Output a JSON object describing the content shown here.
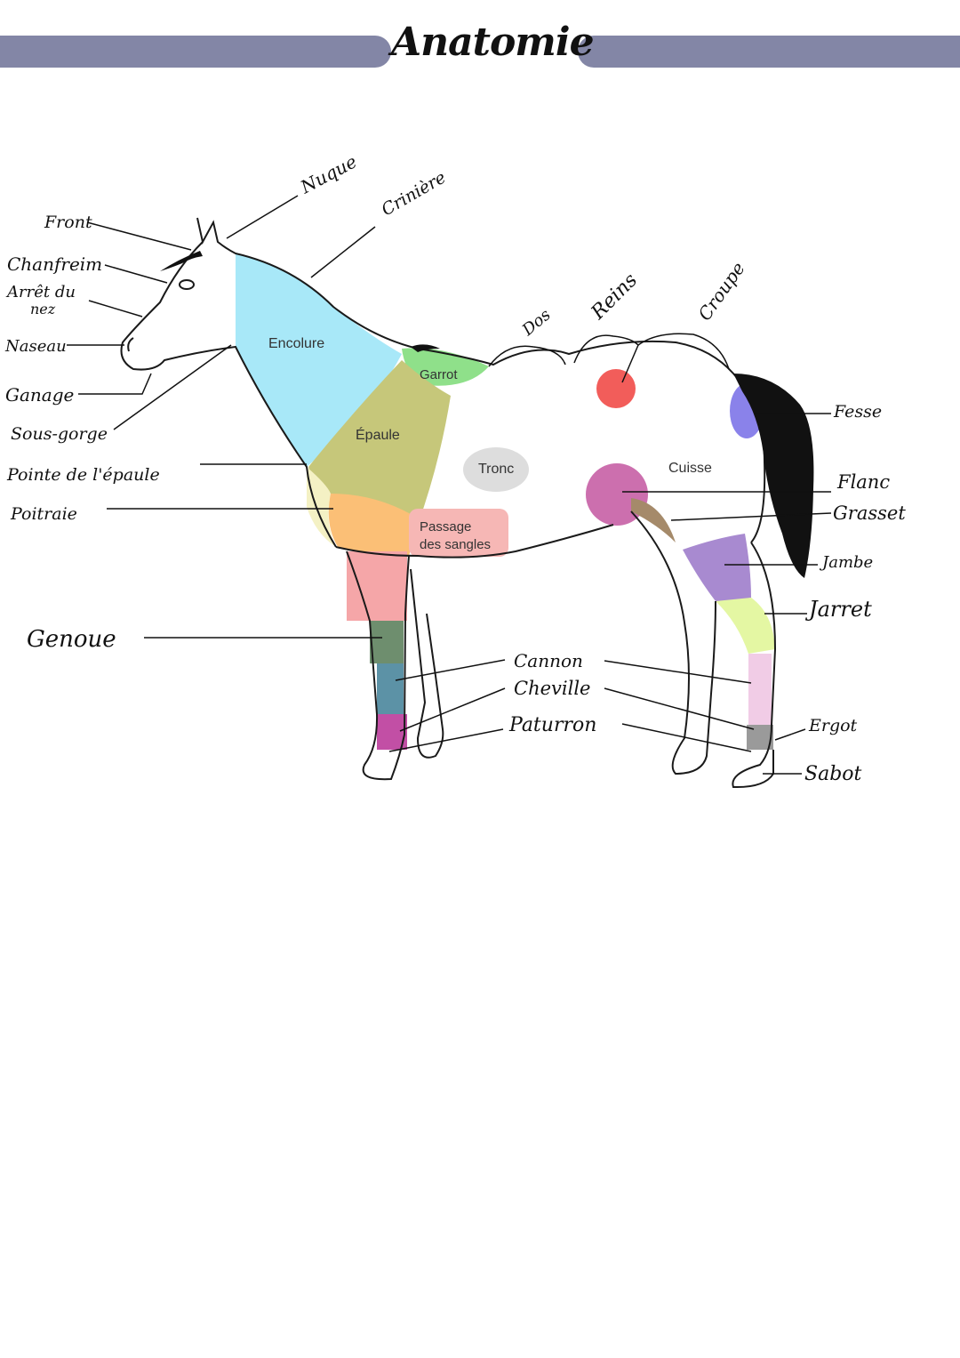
{
  "title": "Anatomie",
  "regions": {
    "encolure": "Encolure",
    "garrot": "Garrot",
    "epaule": "Épaule",
    "tronc": "Tronc",
    "cuisse": "Cuisse",
    "passage": [
      "Passage",
      "des sangles"
    ]
  },
  "labels": {
    "front": "Front",
    "chanfrein": "Chanfreim",
    "arret_nez": [
      "Arrêt du",
      "nez"
    ],
    "naseau": "Naseau",
    "ganache": "Ganage",
    "sous_gorge": "Sous-gorge",
    "pointe_epaule": "Pointe de l'épaule",
    "poitrail": "Poitraie",
    "genou": "Genoue",
    "nuque": "Nuque",
    "criniere": "Crinière",
    "dos": "Dos",
    "reins": "Reins",
    "croupe": "Croupe",
    "fesse": "Fesse",
    "flanc": "Flanc",
    "grasset": "Grasset",
    "jambe": "Jambe",
    "jarret": "Jarret",
    "canon": "Cannon",
    "chataigne": "Cheville",
    "paturon": "Paturron",
    "ergot": "Ergot",
    "sabot": "Sabot"
  },
  "colors": {
    "header_bar": "#8386a6",
    "encolure": "#a8e8f8",
    "garrot": "#8fe08a",
    "epaule": "#c6c77a",
    "passage": "#f6b7b5",
    "tronc": "#dddddd",
    "reins": "#f25d5a",
    "fesse": "#8a82ea",
    "grasset": "#cc6fae",
    "jambe": "#a88ad0"
  }
}
